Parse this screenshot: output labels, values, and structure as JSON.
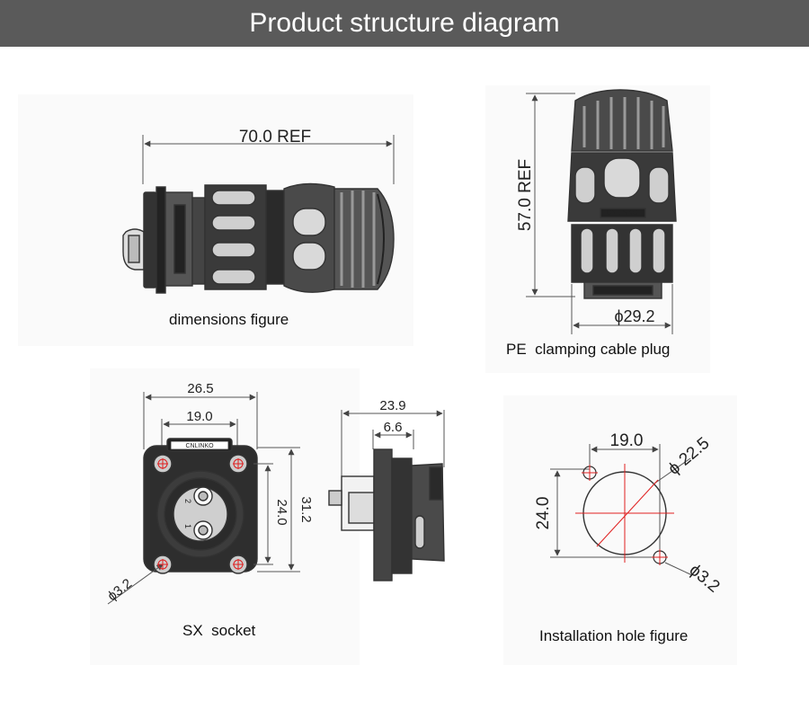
{
  "header": {
    "title": "Product structure diagram"
  },
  "captions": {
    "dimensions": "dimensions figure",
    "plug": "PE  clamping cable plug",
    "socket": "SX  socket",
    "install": "Installation hole figure"
  },
  "dims": {
    "length_ref": "70.0 REF",
    "height_ref": "57.0 REF",
    "plug_dia": "ϕ29.2",
    "socket_w_outer": "26.5",
    "socket_w_inner": "19.0",
    "socket_h_inner": "24.0",
    "socket_h_outer": "31.2",
    "socket_hole": "ϕ3.2",
    "side_depth": "23.9",
    "side_flange": "6.6",
    "hole_w": "19.0",
    "hole_h": "24.0",
    "hole_dia": "ϕ 22.5",
    "hole_small": "ϕ3.2"
  },
  "logo": {
    "brand": "CNLINKO"
  },
  "pins": {
    "pin1": "1",
    "pin2": "2"
  },
  "colors": {
    "header_bg": "#5a5a5a",
    "dim_line": "#555555",
    "accent_red": "#e02020"
  }
}
